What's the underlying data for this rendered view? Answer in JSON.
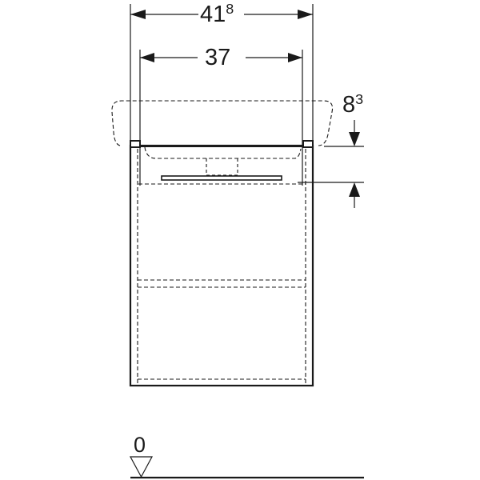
{
  "drawing": {
    "type": "technical dimension drawing",
    "subject": "vanity unit front view with washbasin outline",
    "colors": {
      "line": "#1a1a1a",
      "background": "#ffffff"
    }
  },
  "dimensions": {
    "overall_width": {
      "main": "41",
      "sup": "8"
    },
    "inner_width": {
      "main": "37"
    },
    "height_offset": {
      "main": "8",
      "sup": "3"
    },
    "floor_level": {
      "label": "0"
    }
  }
}
